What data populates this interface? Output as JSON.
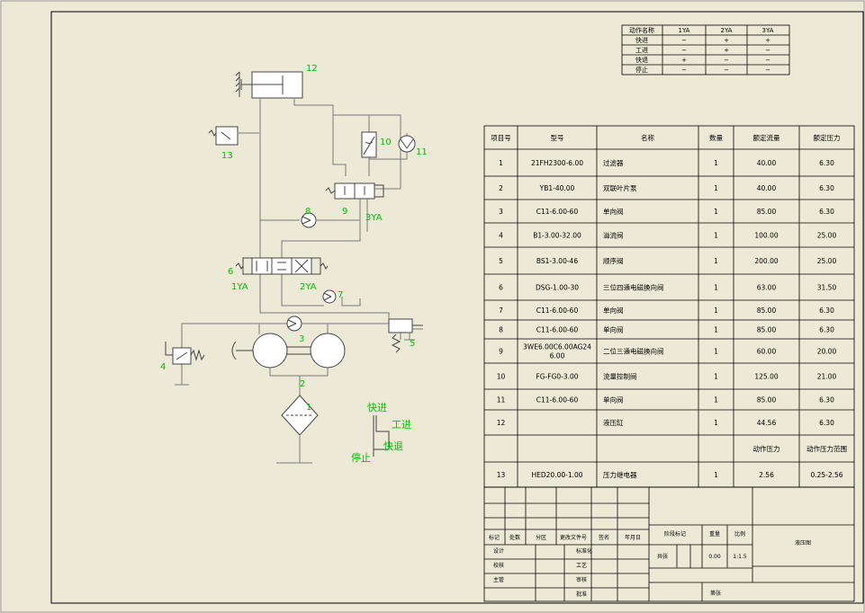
{
  "action_table": {
    "headers": [
      "动作名称",
      "1YA",
      "2YA",
      "3YA"
    ],
    "rows": [
      [
        "快进",
        "−",
        "+",
        "+"
      ],
      [
        "工进",
        "−",
        "+",
        "−"
      ],
      [
        "快退",
        "+",
        "−",
        "−"
      ],
      [
        "停止",
        "−",
        "−",
        "−"
      ]
    ]
  },
  "parts_table": {
    "headers": [
      "项目号",
      "型号",
      "名称",
      "数量",
      "额定流量",
      "额定压力"
    ],
    "rows": [
      [
        "1",
        "21FH2300-6.00",
        "过滤器",
        "1",
        "40.00",
        "6.30"
      ],
      [
        "2",
        "YB1-40.00",
        "双联叶片泵",
        "1",
        "40.00",
        "6.30"
      ],
      [
        "3",
        "C11-6.00-60",
        "单向阀",
        "1",
        "85.00",
        "6.30"
      ],
      [
        "4",
        "B1-3.00-32.00",
        "溢流阀",
        "1",
        "100.00",
        "25.00"
      ],
      [
        "5",
        "BS1-3.00-46",
        "顺序阀",
        "1",
        "200.00",
        "25.00"
      ],
      [
        "6",
        "DSG-1.00-30",
        "三位四通电磁换向阀",
        "1",
        "63.00",
        "31.50"
      ],
      [
        "7",
        "C11-6.00-60",
        "单向阀",
        "1",
        "85.00",
        "6.30"
      ],
      [
        "8",
        "C11-6.00-60",
        "单向阀",
        "1",
        "85.00",
        "6.30"
      ],
      [
        "9",
        "3WE6.00C6.00AG24\n6.00",
        "二位三通电磁换向阀",
        "1",
        "60.00",
        "20.00"
      ],
      [
        "10",
        "FG-FG0-3.00",
        "流量控制阀",
        "1",
        "125.00",
        "21.00"
      ],
      [
        "11",
        "C11-6.00-60",
        "单向阀",
        "1",
        "85.00",
        "6.30"
      ],
      [
        "12",
        "",
        "液压缸",
        "1",
        "44.56",
        "6.30"
      ],
      [
        "",
        "",
        "",
        "",
        "动作压力",
        "动作压力范围"
      ],
      [
        "13",
        "HED20.00-1.00",
        "压力继电器",
        "1",
        "2.56",
        "0.25-2.56"
      ]
    ]
  },
  "title_block": {
    "row_labels": [
      "标记",
      "处数",
      "分区",
      "更改文件号",
      "签名",
      "年月日"
    ],
    "left_labels": [
      "设计",
      "校核",
      "主管"
    ],
    "mid_labels": [
      "标准化",
      "工艺",
      "审核",
      "批准"
    ],
    "stage_label": "阶段标记",
    "weight_label": "重量",
    "scale_label": "比例",
    "weight_value": "0.00",
    "scale_value": "1:1.5",
    "drawing_name": "液压图",
    "sheet_label": "共张",
    "page_label": "第张"
  },
  "diagram_labels": {
    "n1": "1",
    "n2": "2",
    "n3": "3",
    "n4": "4",
    "n5": "5",
    "n6": "6",
    "n7": "7",
    "n8": "8",
    "n9": "9",
    "n10": "10",
    "n11": "11",
    "n12": "12",
    "n13": "13",
    "ya1": "1YA",
    "ya2": "2YA",
    "ya3": "3YA"
  },
  "cycle_labels": {
    "fast_forward": "快进",
    "work_feed": "工进",
    "fast_return": "快退",
    "stop": "停止"
  }
}
